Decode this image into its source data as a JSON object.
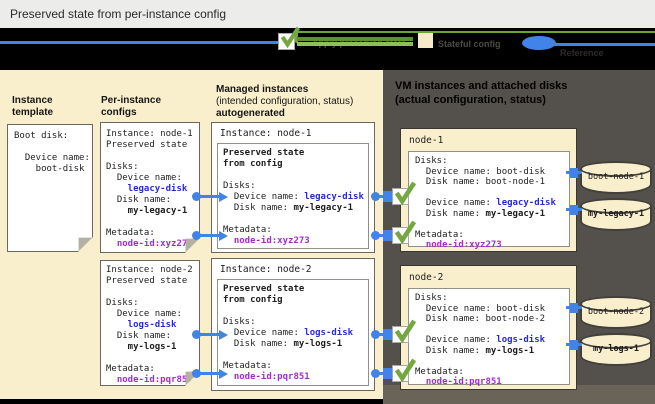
{
  "title_bar": {
    "title": "Preserved state from per-instance config"
  },
  "legend": {
    "apply_label": "Apply preserved state",
    "config_label": "Stateful config",
    "reference_label": "Reference"
  },
  "headers": {
    "template": "Instance template",
    "configs": "Per-instance configs",
    "managed_line1": "Managed instances",
    "managed_line2": "(intended configuration, status)",
    "managed_line3": "autogenerated",
    "vm_line1": "VM instances and attached disks",
    "vm_line2": "(actual configuration, status)"
  },
  "template_box": {
    "boot_label": "Boot disk:",
    "device_label": "  Device name:",
    "device_value": "    boot-disk"
  },
  "configs": [
    {
      "instance_line": "Instance: node-1",
      "state_line": "Preserved state",
      "disks_label": "Disks:",
      "device_label": "  Device name:",
      "device_value": "    legacy-disk",
      "disk_label": "  Disk name:",
      "disk_value": "    my-legacy-1",
      "meta_label": "Metadata:",
      "meta_value": "  node-id:xyz273"
    },
    {
      "instance_line": "Instance: node-2",
      "state_line": "Preserved state",
      "disks_label": "Disks:",
      "device_label": "  Device name:",
      "device_value": "    logs-disk",
      "disk_label": "  Disk name:",
      "disk_value": "    my-logs-1",
      "meta_label": "Metadata:",
      "meta_value": "  node-id:pqr851"
    }
  ],
  "managed": [
    {
      "title": "Instance: node-1",
      "preserved_line1": "Preserved state",
      "preserved_line2": "from config",
      "disks_label": "Disks:",
      "device_label": "  Device name: ",
      "device_value": "legacy-disk",
      "disk_label": "  Disk name: ",
      "disk_value": "my-legacy-1",
      "meta_label": "Metadata:",
      "meta_value": "  node-id:xyz273"
    },
    {
      "title": "Instance: node-2",
      "preserved_line1": "Preserved state",
      "preserved_line2": "from config",
      "disks_label": "Disks:",
      "device_label": "  Device name: ",
      "device_value": "logs-disk",
      "disk_label": "  Disk name: ",
      "disk_value": "my-logs-1",
      "meta_label": "Metadata:",
      "meta_value": "  node-id:pqr851"
    }
  ],
  "vms": [
    {
      "title": "node-1",
      "disks_label": "Disks:",
      "boot_device_line": "  Device name: boot-disk",
      "boot_disk_line": "  Disk name: boot-node-1",
      "stateful_device_label": "  Device name: ",
      "stateful_device_value": "legacy-disk",
      "stateful_disk_label": "  Disk name: ",
      "stateful_disk_value": "my-legacy-1",
      "meta_label": "Metadata:",
      "meta_value": "  node-id:xyz273"
    },
    {
      "title": "node-2",
      "disks_label": "Disks:",
      "boot_device_line": "  Device name: boot-disk",
      "boot_disk_line": "  Disk name: boot-node-2",
      "stateful_device_label": "  Device name: ",
      "stateful_device_value": "logs-disk",
      "stateful_disk_label": "  Disk name: ",
      "stateful_disk_value": "my-logs-1",
      "meta_label": "Metadata:",
      "meta_value": "  node-id:pqr851"
    }
  ],
  "disks": [
    {
      "name": "boot-node-1",
      "stateful": false
    },
    {
      "name": "my-legacy-1",
      "stateful": true
    },
    {
      "name": "boot-node-2",
      "stateful": false
    },
    {
      "name": "my-logs-1",
      "stateful": true
    }
  ],
  "colors": {
    "panel_cream": "#FAEFCD",
    "panel_dark": "#54504B",
    "bottom_strip": "#6A6358",
    "top_bar": "#ECECEB",
    "link_blue": "#4183E8",
    "device_blue": "#2629DE",
    "metadata_purple": "#A32BD0",
    "check_green": "#74A83E",
    "arrow_green_dark": "#5F8F33",
    "arrow_green_light": "#8DC153"
  }
}
